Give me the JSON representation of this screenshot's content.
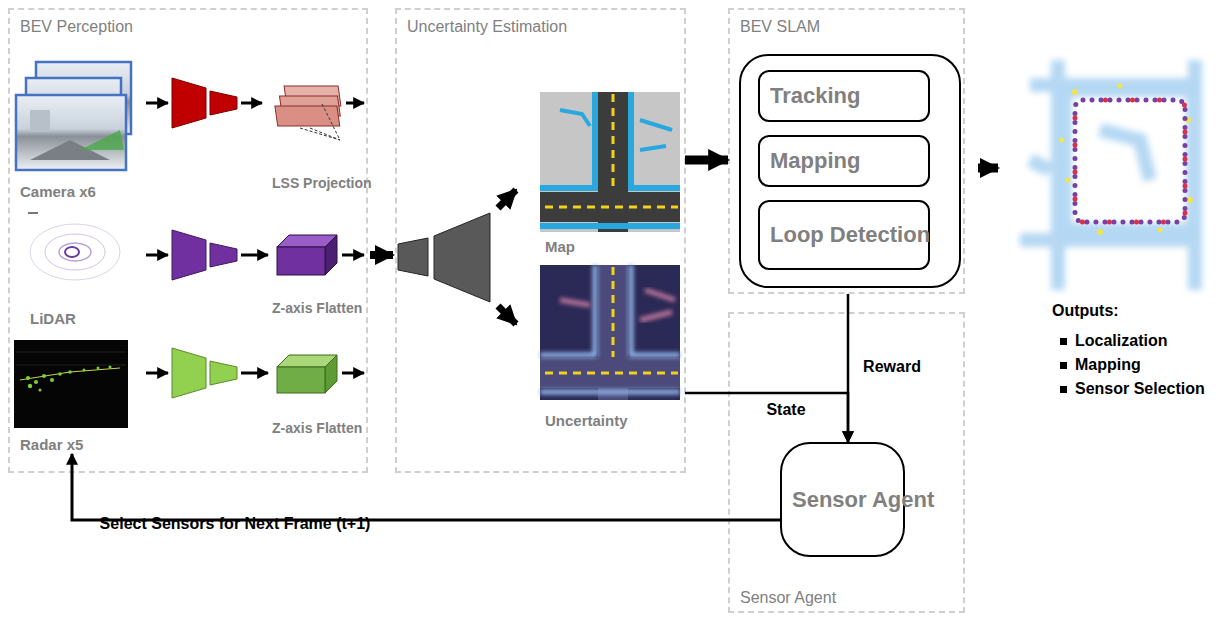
{
  "diagram": {
    "nodes": [
      {
        "text": [
          "BEV Perception"
        ]
      },
      {
        "text": [
          "Camera x6"
        ],
        "in": 0
      },
      {
        "text": [
          "LSS Projection"
        ],
        "in": 0
      },
      {
        "text": [
          "LiDAR"
        ],
        "in": 0
      },
      {
        "text": [
          "Z-axis Flatten"
        ],
        "in": 0
      },
      {
        "text": [
          "Radar x5"
        ],
        "in": 0
      },
      {
        "text": [
          "Z-axis Flatten"
        ],
        "in": 0
      },
      {
        "text": [
          "Uncertainty Estimation"
        ]
      },
      {
        "text": [
          "Map"
        ],
        "in": 7
      },
      {
        "text": [
          "Uncertainty"
        ],
        "in": 7
      },
      {
        "text": [
          "BEV SLAM"
        ]
      },
      {
        "text": [
          "Tracking"
        ],
        "in": 10
      },
      {
        "text": [
          "Mapping"
        ],
        "in": 10
      },
      {
        "text": [
          "Loop Detection"
        ],
        "in": 10
      },
      {
        "text": [
          "Sensor Agent"
        ]
      },
      {
        "text": [
          "Sensor Agent"
        ],
        "in": 14
      }
    ],
    "edges": [
      {
        "from": 8,
        "to": 10,
        "arrow": "to"
      },
      {
        "from": 10,
        "to": 15,
        "arrow": "to",
        "label": "Reward"
      },
      {
        "from": 9,
        "to": 15,
        "arrow": "to",
        "label": "State"
      },
      {
        "from": 15,
        "to": 5,
        "arrow": "to",
        "label": "Select Sensors for Next Frame (t+1)"
      }
    ],
    "labels": [
      "Outputs:",
      "Localization",
      "Mapping",
      "Sensor Selection"
    ]
  }
}
